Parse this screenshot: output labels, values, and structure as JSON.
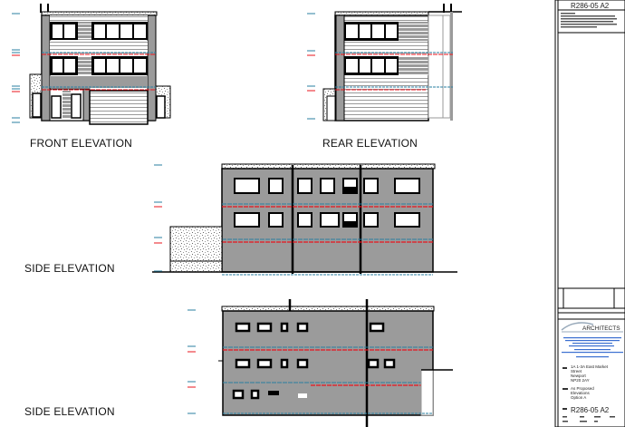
{
  "drawing": {
    "front_label": "FRONT ELEVATION",
    "rear_label": "REAR ELEVATION",
    "side1_label": "SIDE ELEVATION",
    "side2_label": "SIDE ELEVATION"
  },
  "title_block": {
    "top_number": "R286-05 A2",
    "firm": "ARCHITECTS",
    "address_lines": [
      "1A 1-3A East Market",
      "Street",
      "Newport",
      "NP20 2AY"
    ],
    "title_lines": [
      "As Proposed",
      "Elevations",
      "Option A"
    ],
    "drawing_number": "R286-05 A2"
  },
  "colors": {
    "wall": "#9b9b9b",
    "level_line": "#2a7fa0",
    "floor_line": "#e8141c",
    "ink": "#000000"
  }
}
